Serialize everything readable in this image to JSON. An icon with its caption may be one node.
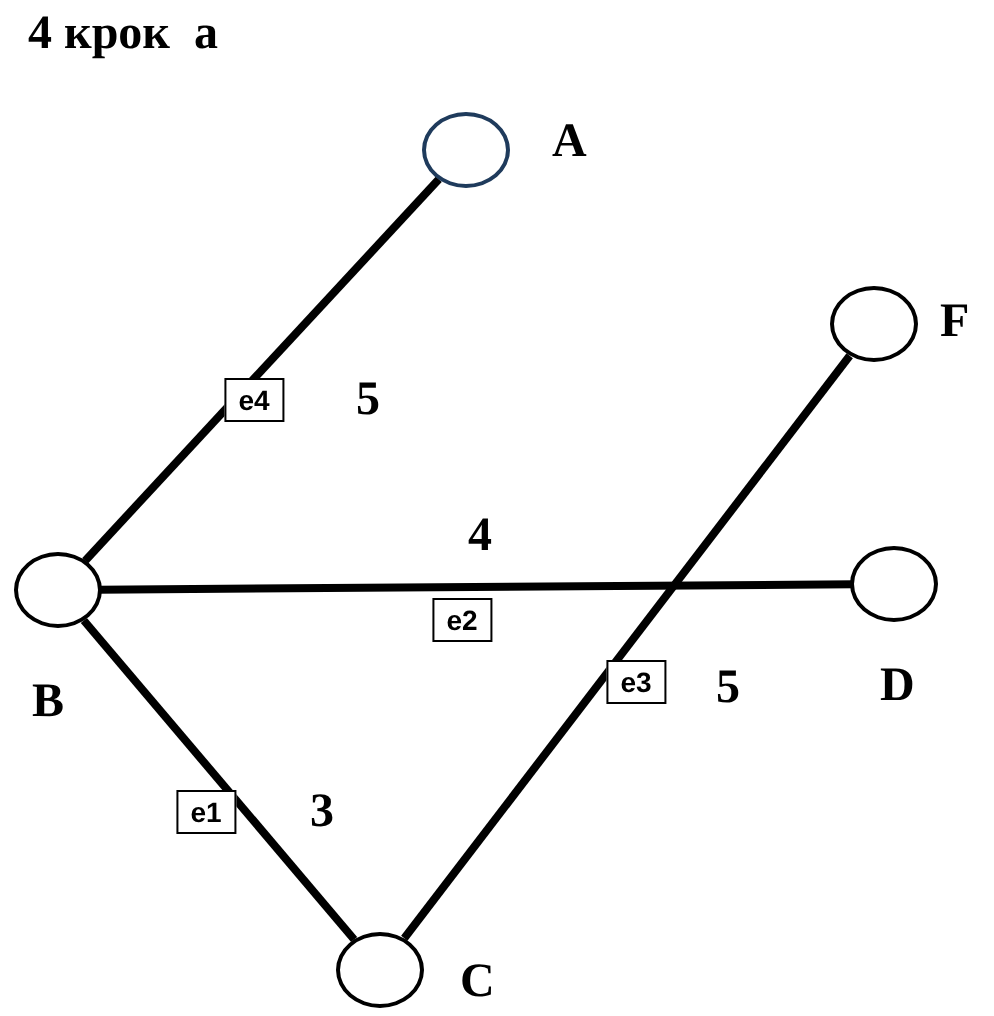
{
  "diagram": {
    "title": "4 крок  а",
    "nodes": [
      {
        "text": [],
        "shape": "circle",
        "beside": [
          "A"
        ]
      },
      {
        "text": [],
        "shape": "circle",
        "beside": [
          "F"
        ]
      },
      {
        "text": [],
        "shape": "circle",
        "beside": [
          "B"
        ]
      },
      {
        "text": [],
        "shape": "circle",
        "beside": [
          "D"
        ]
      },
      {
        "text": [],
        "shape": "circle",
        "beside": [
          "C"
        ]
      }
    ],
    "edges": [
      {
        "from": 2,
        "to": 0,
        "arrow": "none",
        "label": "e4"
      },
      {
        "from": 2,
        "to": 3,
        "arrow": "none",
        "label": "e2"
      },
      {
        "from": 4,
        "to": 1,
        "arrow": "none",
        "label": "e3"
      },
      {
        "from": 2,
        "to": 4,
        "arrow": "none",
        "label": "e1"
      }
    ],
    "labels": [
      "5",
      "4",
      "5",
      "3"
    ]
  }
}
